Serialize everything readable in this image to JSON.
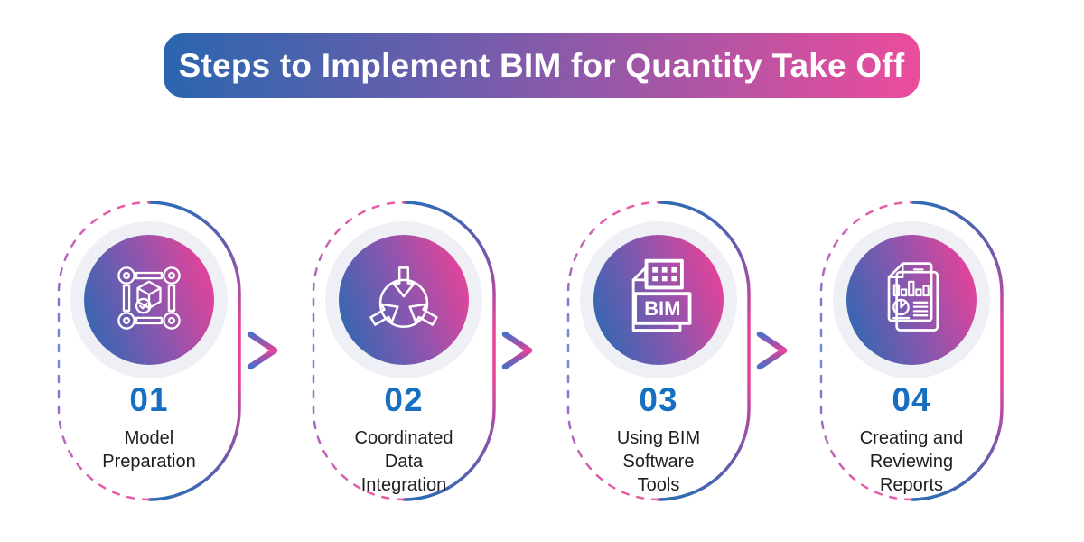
{
  "banner": {
    "title": "Steps to Implement BIM for Quantity Take Off"
  },
  "steps": [
    {
      "number": "01",
      "label": "Model\nPreparation",
      "icon": "model-preparation-icon"
    },
    {
      "number": "02",
      "label": "Coordinated\nData\nIntegration",
      "icon": "data-integration-icon"
    },
    {
      "number": "03",
      "label": "Using BIM\nSoftware\nTools",
      "icon": "bim-file-icon",
      "icon_text": "BIM"
    },
    {
      "number": "04",
      "label": "Creating and\nReviewing\nReports",
      "icon": "reports-icon"
    }
  ],
  "colors": {
    "banner_gradient_blue": "#2a66ae",
    "banner_gradient_pink": "#ec4c9c",
    "circle_gradient_blue": "#2e68b2",
    "circle_gradient_pink": "#ee4197",
    "number_blue": "#176fc1",
    "label_dark": "#1e1e22",
    "dash_blue": "#6e8fd8",
    "dash_pink": "#ee5aa4",
    "solid_blue": "#2f6bb4",
    "solid_pink": "#e8429a",
    "arrow_pink": "#ec4899",
    "circle_ring_gray": "#eef0f5",
    "icon_stroke": "#ffffff"
  }
}
